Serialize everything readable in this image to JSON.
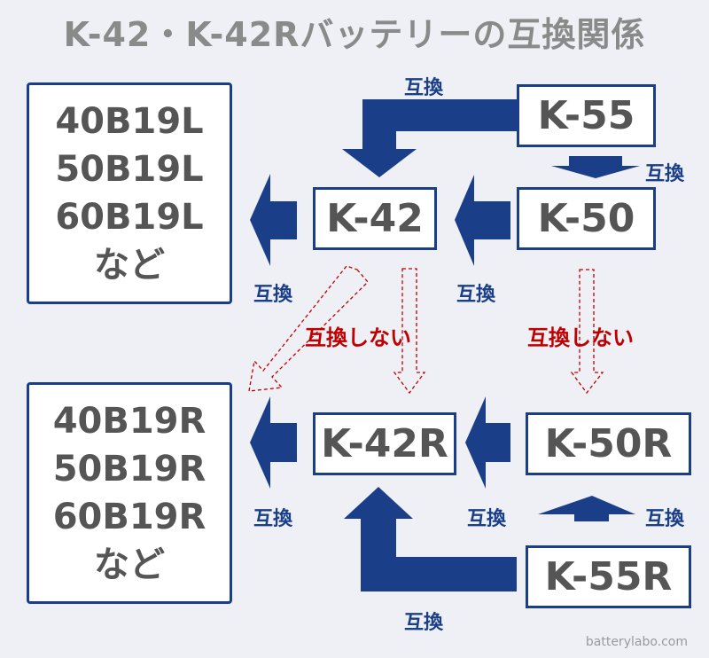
{
  "title": "K-42・K-42Rバッテリーの互換関係",
  "boxes": {
    "k55": "K-55",
    "k50": "K-50",
    "k42": "K-42",
    "k42r": "K-42R",
    "k50r": "K-50R",
    "k55r": "K-55R"
  },
  "list_top": [
    "40B19L",
    "50B19L",
    "60B19L",
    "など"
  ],
  "list_bottom": [
    "40B19R",
    "50B19R",
    "60B19R",
    "など"
  ],
  "labels": {
    "compatible": "互換",
    "incompatible": "互換しない"
  },
  "watermark": "batterylabo.com",
  "colors": {
    "navy": "#1a3f88",
    "red": "#c00000",
    "gray_text": "#555555",
    "background": "#eef0f6"
  }
}
